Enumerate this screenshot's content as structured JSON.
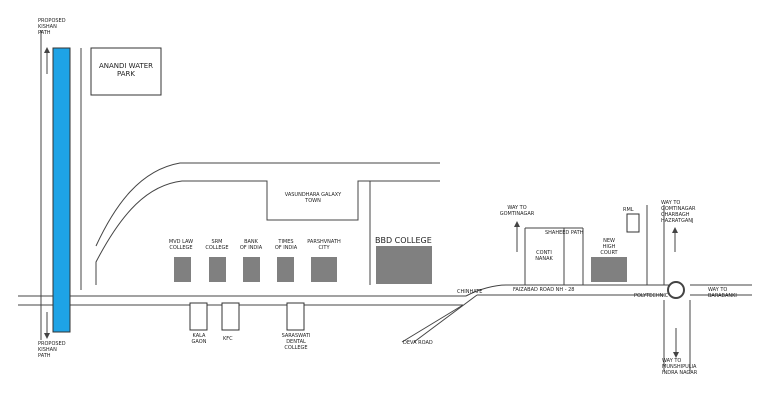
{
  "map": {
    "colors": {
      "road_line": "#444444",
      "highway": "#1ea3e6",
      "building": "#808080",
      "text": "#222222"
    },
    "proposed_top": [
      "PROPOSED",
      "KISHAN",
      "PATH"
    ],
    "proposed_bottom": [
      "PROPOSED",
      "KISHAN",
      "PATH"
    ],
    "water_park": [
      "ANANDI WATER",
      "PARK"
    ],
    "vasundhara": [
      "VASUNDHARA GALAXY",
      "TOWN"
    ],
    "mvd_law": [
      "MVD LAW",
      "COLLEGE"
    ],
    "srm": [
      "SRM",
      "COLLEGE"
    ],
    "bank": [
      "BANK",
      "OF INDIA"
    ],
    "times": [
      "TIMES",
      "OF INDIA"
    ],
    "parshvnath": [
      "PARSHVNATH",
      "CITY"
    ],
    "bbd": "BBD COLLEGE",
    "kala_gaon": [
      "KALA",
      "GAON"
    ],
    "kfc": "KFC",
    "dental": [
      "SARASWATI",
      "DENTAL",
      "COLLEGE"
    ],
    "chinhate": "CHINHATE",
    "deva_road": "DEVA ROAD",
    "way_gomtinagar": [
      "WAY TO",
      "GOMTINAGAR"
    ],
    "shahid_path": "SHAHEED PATH",
    "conti": [
      "CONTI",
      "NANAK"
    ],
    "high_court": [
      "NEW",
      "HIGH",
      "COURT"
    ],
    "rml": "RML",
    "faizabad": "FAIZABAD ROAD NH - 28",
    "polytechnic": "POLYTECHNIC",
    "way_top_right": [
      "WAY TO",
      "GOMTINAGAR",
      "CHARBAGH",
      "HAZRATGANJ"
    ],
    "way_barabanki": [
      "WAY TO",
      "BARABANKI"
    ],
    "way_bottom": [
      "WAY TO",
      "MUNSHIPULIA",
      "INDRA NAGAR"
    ]
  }
}
